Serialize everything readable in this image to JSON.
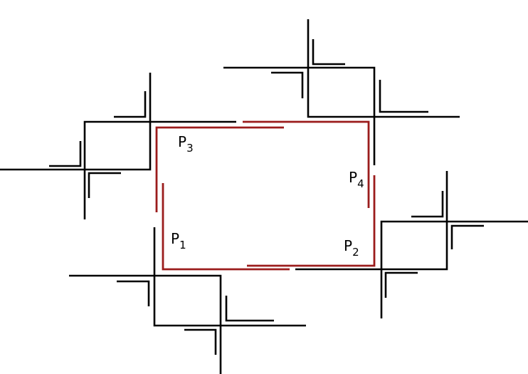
{
  "colors": {
    "background": "#ffffff",
    "line": "#000000",
    "highlight": "#9b1c1c"
  },
  "labels": {
    "p1": {
      "letter": "P",
      "index": "1"
    },
    "p2": {
      "letter": "P",
      "index": "2"
    },
    "p3": {
      "letter": "P",
      "index": "3"
    },
    "p4": {
      "letter": "P",
      "index": "4"
    }
  }
}
